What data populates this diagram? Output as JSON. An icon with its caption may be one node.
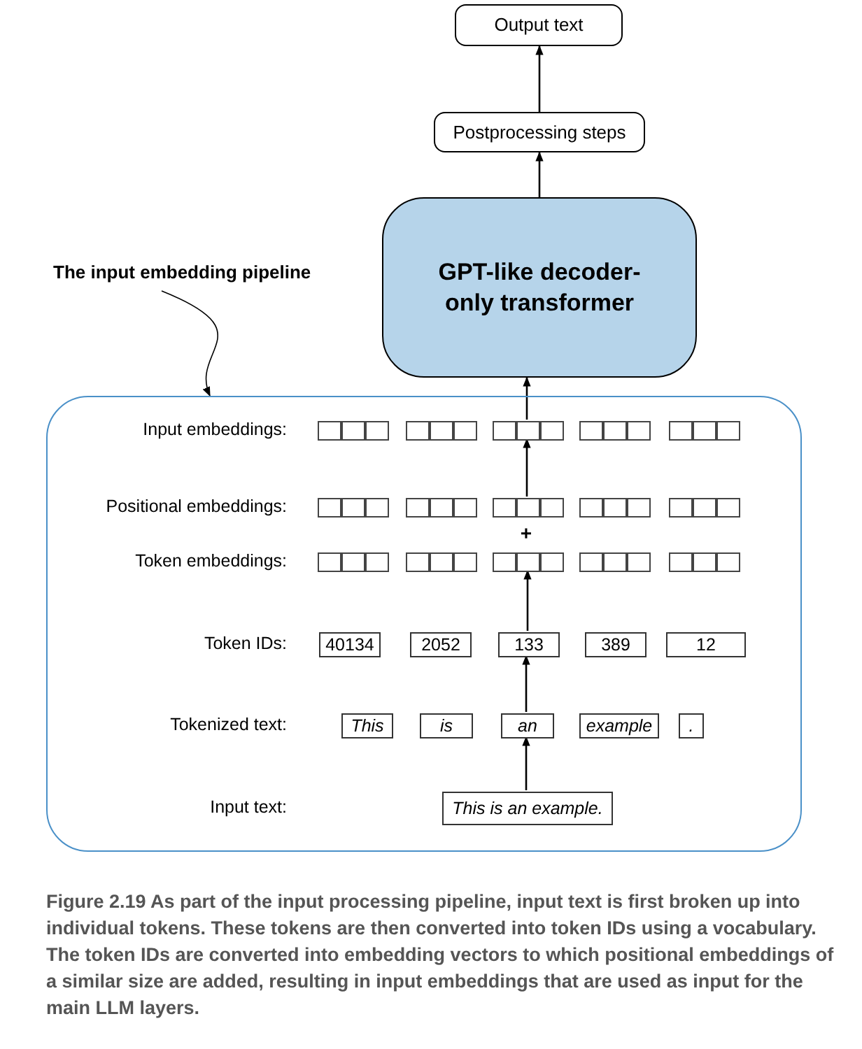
{
  "diagram": {
    "caption": "Figure 2.19 As part of the input processing pipeline, input text is first broken up into individual tokens. These tokens are then converted into token IDs using a vocabulary. The token IDs are converted into embedding vectors to which positional embeddings of a similar size are added, resulting in input embeddings that are used as input for the main LLM layers.",
    "nodes": [
      {
        "text": [
          "Output text"
        ]
      },
      {
        "text": [
          "Postprocessing steps"
        ]
      },
      {
        "text": [
          "GPT-like decoder-only transformer"
        ]
      },
      {
        "text": [
          "The input embedding pipeline"
        ]
      },
      {
        "text": [],
        "shape": "box"
      },
      {
        "text": [],
        "shape": "box",
        "in": 4
      },
      {
        "text": [],
        "shape": "box",
        "in": 4
      },
      {
        "text": [],
        "shape": "box",
        "in": 4
      },
      {
        "text": [],
        "shape": "box",
        "in": 4
      },
      {
        "text": [],
        "shape": "box",
        "in": 4
      },
      {
        "text": [],
        "shape": "box",
        "in": 4
      },
      {
        "text": [],
        "shape": "box",
        "in": 4
      },
      {
        "text": [],
        "shape": "box",
        "in": 4
      },
      {
        "text": [],
        "shape": "box",
        "in": 4
      },
      {
        "text": [],
        "shape": "box",
        "in": 4
      },
      {
        "text": [],
        "shape": "box",
        "in": 4
      },
      {
        "text": [],
        "shape": "box",
        "in": 4
      },
      {
        "text": [],
        "shape": "box",
        "in": 4
      },
      {
        "text": [],
        "shape": "box",
        "in": 4
      },
      {
        "text": [],
        "shape": "box",
        "in": 4
      },
      {
        "text": [
          "40134"
        ],
        "in": 4
      },
      {
        "text": [
          "2052"
        ],
        "in": 4
      },
      {
        "text": [
          "133"
        ],
        "in": 4
      },
      {
        "text": [
          "389"
        ],
        "in": 4
      },
      {
        "text": [
          "12"
        ],
        "in": 4
      },
      {
        "text": [
          "This"
        ],
        "in": 4
      },
      {
        "text": [
          "is"
        ],
        "in": 4
      },
      {
        "text": [
          "an"
        ],
        "in": 4
      },
      {
        "text": [
          "example"
        ],
        "in": 4
      },
      {
        "text": [
          "."
        ],
        "in": 4
      },
      {
        "text": [
          "This is an example."
        ],
        "in": 4
      }
    ],
    "edges": [
      {
        "from": 30,
        "to": 27,
        "arrow": "to"
      },
      {
        "from": 27,
        "to": 22,
        "arrow": "to"
      },
      {
        "from": 22,
        "to": 17,
        "arrow": "to"
      },
      {
        "from": 12,
        "to": 7,
        "arrow": "to"
      },
      {
        "from": 7,
        "to": 2,
        "arrow": "to"
      },
      {
        "from": 2,
        "to": 1,
        "arrow": "to"
      },
      {
        "from": 1,
        "to": 0,
        "arrow": "to"
      },
      {
        "from": 3,
        "to": 4,
        "arrow": "to"
      }
    ],
    "labels": [
      "Input embeddings:",
      "Positional embeddings:",
      "+",
      "Token embeddings:",
      "Token IDs:",
      "Tokenized text:",
      "Input text:"
    ]
  }
}
